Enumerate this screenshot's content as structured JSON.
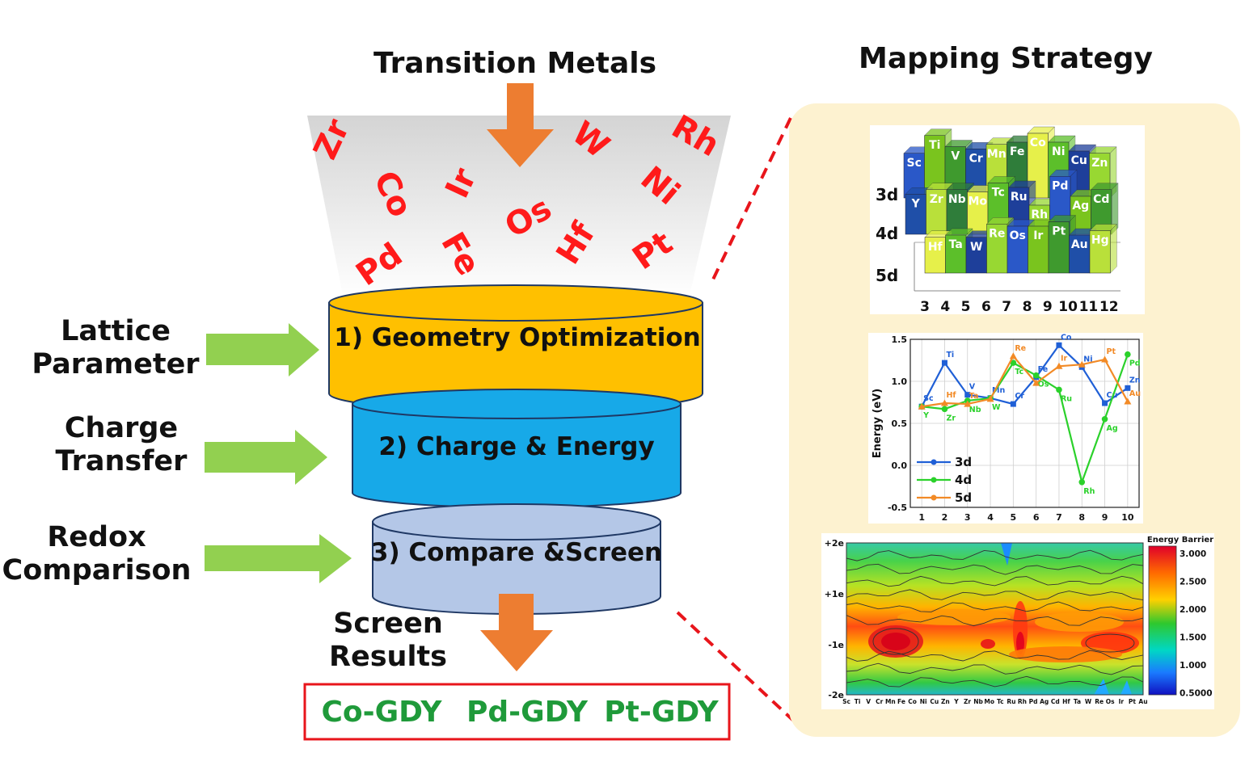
{
  "title": "Transition Metals",
  "strategy_title": "Mapping Strategy",
  "metals": [
    "Zr",
    "Co",
    "Ir",
    "W",
    "Rh",
    "Ni",
    "Os",
    "Fe",
    "Hf",
    "Pd",
    "Pt"
  ],
  "steps": [
    "1) Geometry Optimization",
    "2) Charge & Energy",
    "3) Compare &Screen"
  ],
  "inputs": [
    {
      "line1": "Lattice",
      "line2": "Parameter"
    },
    {
      "line1": "Charge",
      "line2": "Transfer"
    },
    {
      "line1": "Redox",
      "line2": "Comparison"
    }
  ],
  "screen_label": {
    "line1": "Screen",
    "line2": "Results"
  },
  "results": [
    "Co-GDY",
    "Pd-GDY",
    "Pt-GDY"
  ],
  "colors": {
    "arrow_orange": "#ed7d31",
    "arrow_green": "#92d050",
    "metal_red": "#ff1a1a",
    "result_green": "#1f9a3a",
    "step1": "#ffc000",
    "step2": "#17a9e8",
    "step3": "#b4c7e7",
    "panel_bg": "#fdf2d0"
  },
  "bar3d": {
    "row_labels": [
      "3d",
      "4d",
      "5d"
    ],
    "x_ticks": [
      "3",
      "4",
      "5",
      "6",
      "7",
      "8",
      "9",
      "10",
      "11",
      "12"
    ],
    "rows": [
      [
        "Sc",
        "Ti",
        "V",
        "Cr",
        "Mn",
        "Fe",
        "Co",
        "Ni",
        "Cu",
        "Zn"
      ],
      [
        "Y",
        "Zr",
        "Nb",
        "Mo",
        "Tc",
        "Ru",
        "Rh",
        "Pd",
        "Ag",
        "Cd"
      ],
      [
        "Hf",
        "Ta",
        "W",
        "Re",
        "Os",
        "Ir",
        "Pt",
        "Au",
        "Hg"
      ]
    ]
  },
  "chart_data": {
    "type": "line",
    "ylabel": "Energy (eV)",
    "x": [
      1,
      2,
      3,
      4,
      5,
      6,
      7,
      8,
      9,
      10
    ],
    "ylim": [
      -0.5,
      1.5
    ],
    "yticks": [
      "1.5",
      "1.0",
      "0.5",
      "0.0",
      "-0.5"
    ],
    "xticks": [
      "1",
      "2",
      "3",
      "4",
      "5",
      "6",
      "7",
      "8",
      "9",
      "10"
    ],
    "legend": "bottom-left",
    "series": [
      {
        "name": "3d",
        "color": "#1f5fd6",
        "values": [
          0.7,
          1.22,
          0.84,
          0.8,
          0.73,
          1.05,
          1.43,
          1.17,
          0.74,
          0.92
        ],
        "labels": [
          "Sc",
          "Ti",
          "V",
          "Mn",
          "Cr",
          "Fe",
          "Co",
          "Ni",
          "Cu",
          "Zn"
        ]
      },
      {
        "name": "4d",
        "color": "#2bd12b",
        "values": [
          0.7,
          0.67,
          0.77,
          0.8,
          1.22,
          1.07,
          0.9,
          -0.2,
          0.55,
          1.32
        ],
        "labels": [
          "Y",
          "Zr",
          "Nb",
          "W",
          "Tc",
          "Os",
          "Ru",
          "Rh",
          "Ag",
          "Pd"
        ]
      },
      {
        "name": "5d",
        "color": "#f28a26",
        "values": [
          0.7,
          0.74,
          0.73,
          0.79,
          1.3,
          0.98,
          1.18,
          1.2,
          1.26,
          0.76
        ],
        "labels": [
          "",
          "Hf",
          "Ta",
          "",
          "Re",
          "",
          "Ir",
          "",
          "Pt",
          "Au"
        ]
      }
    ]
  },
  "heatmap": {
    "y_ticks": [
      "+2e",
      "+1e",
      "-1e",
      "-2e"
    ],
    "x_elements": [
      "Sc",
      "Ti",
      "V",
      "Cr",
      "Mn",
      "Fe",
      "Co",
      "Ni",
      "Cu",
      "Zn",
      "Y",
      "Zr",
      "Nb",
      "Mo",
      "Tc",
      "Ru",
      "Rh",
      "Pd",
      "Ag",
      "Cd",
      "Hf",
      "Ta",
      "W",
      "Re",
      "Os",
      "Ir",
      "Pt",
      "Au"
    ],
    "colorbar_title": "Energy Barrier",
    "colorbar_ticks": [
      "3.000",
      "2.500",
      "2.000",
      "1.500",
      "1.000",
      "0.5000"
    ]
  }
}
